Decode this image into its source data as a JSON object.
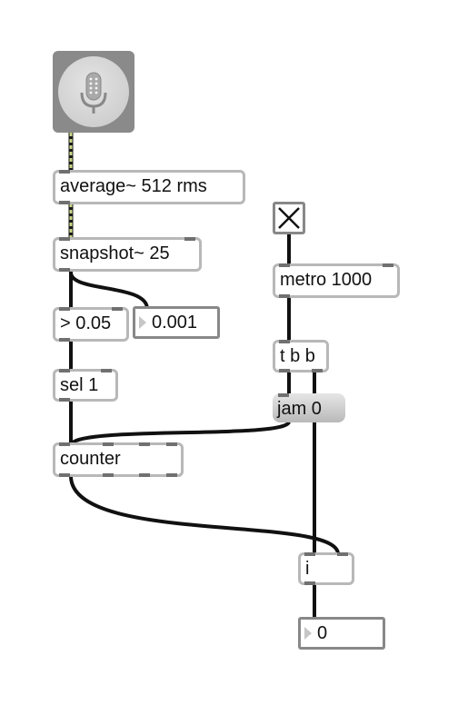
{
  "objects": {
    "adc": {
      "icon": "microphone-icon"
    },
    "average": {
      "text": "average~ 512 rms"
    },
    "snapshot": {
      "text": "snapshot~ 25"
    },
    "greater": {
      "text": "> 0.05"
    },
    "threshold_number": {
      "value": "0.001"
    },
    "sel": {
      "text": "sel 1"
    },
    "counter": {
      "text": "counter"
    },
    "toggle": {
      "state": "checked"
    },
    "metro": {
      "text": "metro 1000"
    },
    "trigger": {
      "text": "t b b"
    },
    "jam_message": {
      "text": "jam 0"
    },
    "int_box": {
      "text": "i"
    },
    "output_number": {
      "value": "0"
    }
  },
  "colors": {
    "signal_cord": "#c8d884",
    "control_cord": "#111111",
    "object_border": "#b8b8b8"
  }
}
